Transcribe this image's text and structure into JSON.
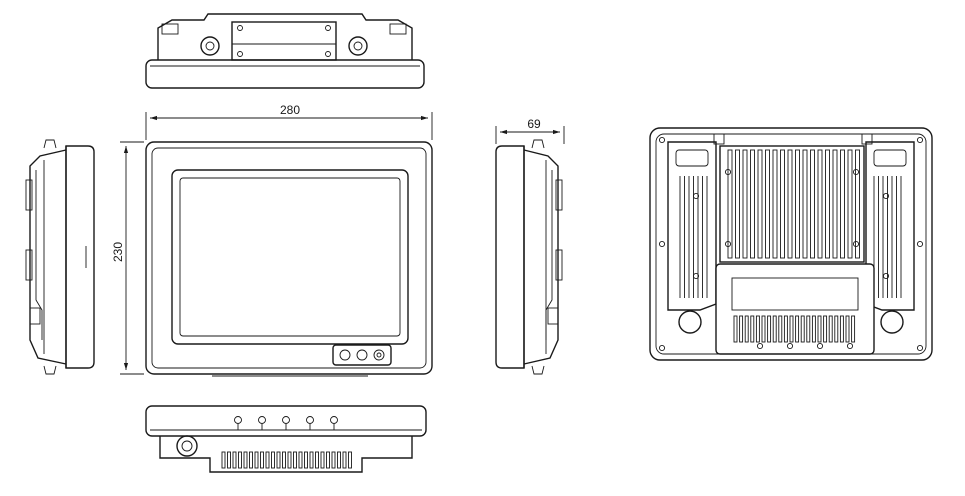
{
  "dimensions": {
    "width_label": "280",
    "height_label": "230",
    "depth_label": "69"
  },
  "views": [
    {
      "name": "top-view"
    },
    {
      "name": "front-view"
    },
    {
      "name": "left-side-view"
    },
    {
      "name": "right-side-view"
    },
    {
      "name": "rear-view"
    },
    {
      "name": "bottom-view"
    }
  ],
  "colors": {
    "line": "#1a1a1a",
    "background": "#ffffff"
  }
}
